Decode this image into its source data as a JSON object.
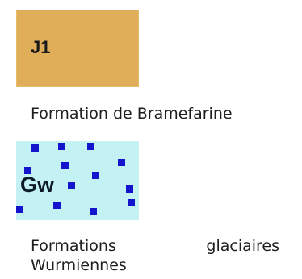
{
  "legend": {
    "j1": {
      "code": "J1",
      "label": "Formation de Bramefarine",
      "fill": "#e0ae58"
    },
    "gw": {
      "code": "Gw",
      "label_line1": "Formations glaciaires",
      "label_line2": "Wurmiennes",
      "fill": "#c4f2f4",
      "dot_color": "#1414cc"
    }
  }
}
